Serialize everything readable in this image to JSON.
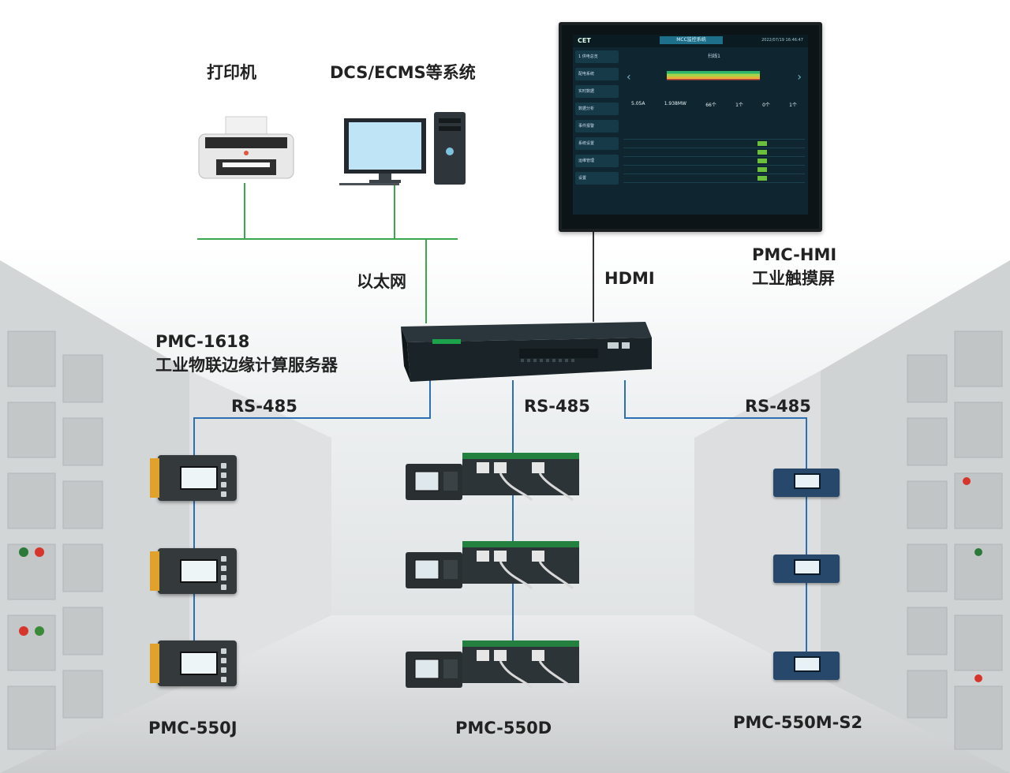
{
  "labels": {
    "printer": "打印机",
    "dcs": "DCS/ECMS等系统",
    "ethernet": "以太网",
    "hdmi": "HDMI",
    "hmi_line1": "PMC-HMI",
    "hmi_line2": "工业触摸屏",
    "server_line1": "PMC-1618",
    "server_line2": "工业物联边缘计算服务器",
    "rs485_left": "RS-485",
    "rs485_mid": "RS-485",
    "rs485_right": "RS-485",
    "dev_left": "PMC-550J",
    "dev_mid": "PMC-550D",
    "dev_right": "PMC-550M-S2"
  },
  "hmi_screen": {
    "brand": "CET",
    "title": "MCC监控系统",
    "time": "2022/07/19 16:46:47",
    "subtitle": "扫线1",
    "menu": [
      "1 供电总览",
      "配电系统",
      "实时数据",
      "数据分析",
      "事件报警",
      "系统设置",
      "运维管理",
      "设置"
    ],
    "stats": [
      "5.05A",
      "1.938MW",
      "66个",
      "1个",
      "0个",
      "1个"
    ]
  },
  "colors": {
    "line_green": "#3aa84a",
    "line_blue": "#2d6fb4",
    "line_dark": "#333333",
    "server_body": "#1a2328",
    "accent": "#1ca24a"
  },
  "icons": {
    "printer": "printer-icon",
    "computer": "desktop-computer-icon",
    "monitor": "touch-screen-icon",
    "server": "edge-server-icon",
    "meter": "power-meter-icon"
  }
}
